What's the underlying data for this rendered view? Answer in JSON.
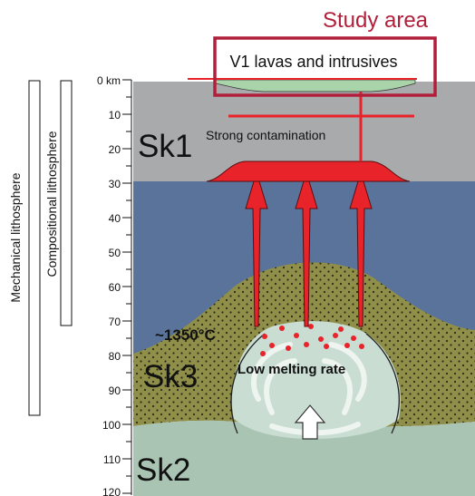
{
  "study_label": "Study area",
  "top_label": "V1 lavas and intrusives",
  "layers": {
    "sk1": "Sk1",
    "sk1_note": "Strong contamination",
    "sk3": "Sk3",
    "sk2": "Sk2",
    "temperature": "~1350°C",
    "melt_note": "Low melting rate"
  },
  "side_bars": {
    "mechanical": "Mechanical lithosphere",
    "compositional": "Compositional lithosphere"
  },
  "depth_axis": {
    "unit_label": "0 km",
    "ticks": [
      "10",
      "20",
      "30",
      "40",
      "50",
      "60",
      "70",
      "80",
      "90",
      "100",
      "110",
      "120"
    ]
  },
  "colors": {
    "accent_red": "#e8232a",
    "frame_red": "#b11f3a",
    "upper_crust": "#a9aaac",
    "lithosphere": "#59739a",
    "sk3_zone": "#8f8f4a",
    "sk2_zone": "#a9c4b2",
    "melt_core": "#c9ddd3"
  }
}
